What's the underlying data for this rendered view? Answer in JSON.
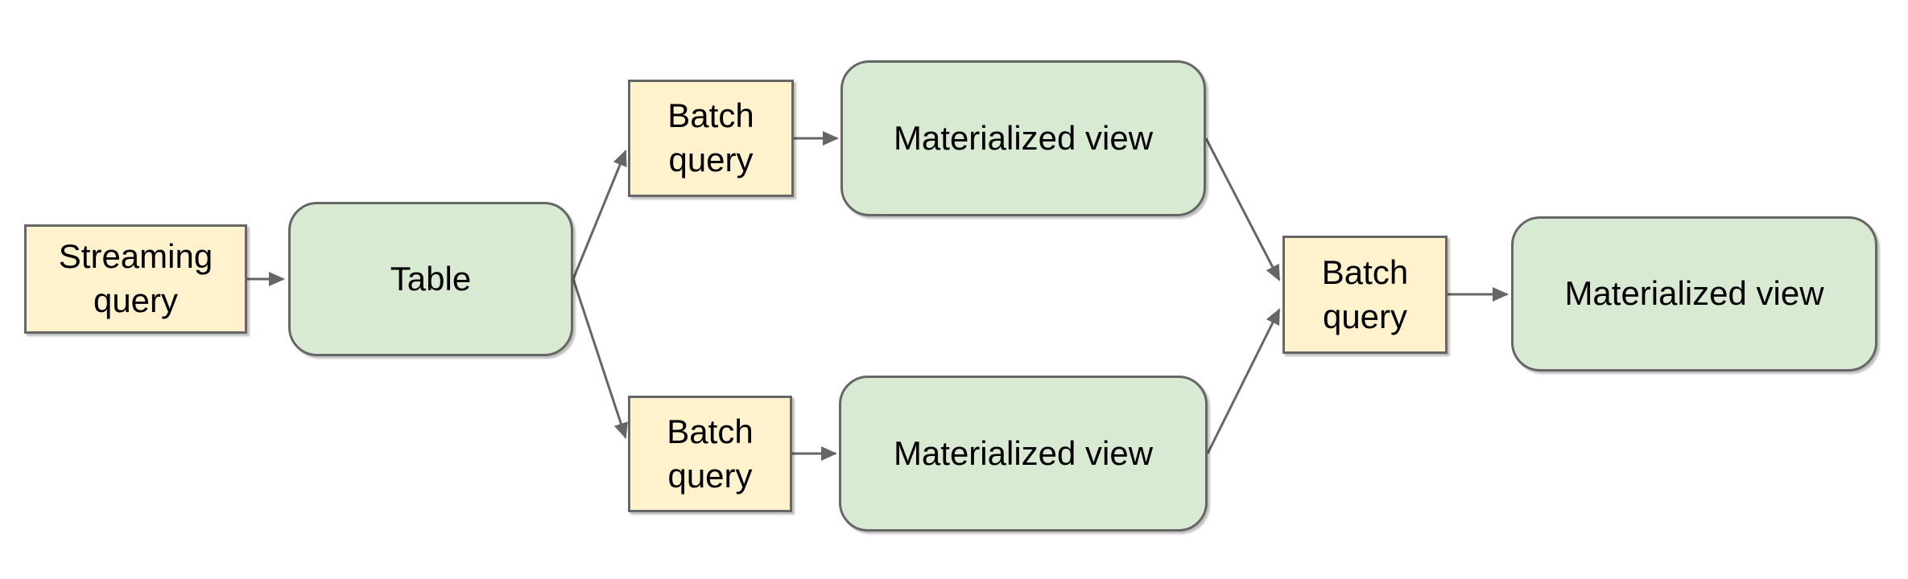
{
  "diagram": {
    "nodes": [
      {
        "id": "streaming-query",
        "label": "Streaming query",
        "kind": "query"
      },
      {
        "id": "table",
        "label": "Table",
        "kind": "view"
      },
      {
        "id": "batch-query-top",
        "label": "Batch query",
        "kind": "query"
      },
      {
        "id": "materialized-view-top",
        "label": "Materialized view",
        "kind": "view"
      },
      {
        "id": "batch-query-bottom",
        "label": "Batch query",
        "kind": "query"
      },
      {
        "id": "materialized-view-bottom",
        "label": "Materialized view",
        "kind": "view"
      },
      {
        "id": "batch-query-right",
        "label": "Batch query",
        "kind": "query"
      },
      {
        "id": "materialized-view-right",
        "label": "Materialized view",
        "kind": "view"
      }
    ],
    "edges": [
      {
        "from": "streaming-query",
        "to": "table"
      },
      {
        "from": "table",
        "to": "batch-query-top"
      },
      {
        "from": "table",
        "to": "batch-query-bottom"
      },
      {
        "from": "batch-query-top",
        "to": "materialized-view-top"
      },
      {
        "from": "batch-query-bottom",
        "to": "materialized-view-bottom"
      },
      {
        "from": "materialized-view-top",
        "to": "batch-query-right"
      },
      {
        "from": "materialized-view-bottom",
        "to": "batch-query-right"
      },
      {
        "from": "batch-query-right",
        "to": "materialized-view-right"
      }
    ],
    "colors": {
      "query-fill": "#fff2cc",
      "view-fill": "#d9ead3",
      "border": "#666666",
      "edge": "#666666",
      "text": "#000000",
      "background": "#ffffff"
    }
  }
}
